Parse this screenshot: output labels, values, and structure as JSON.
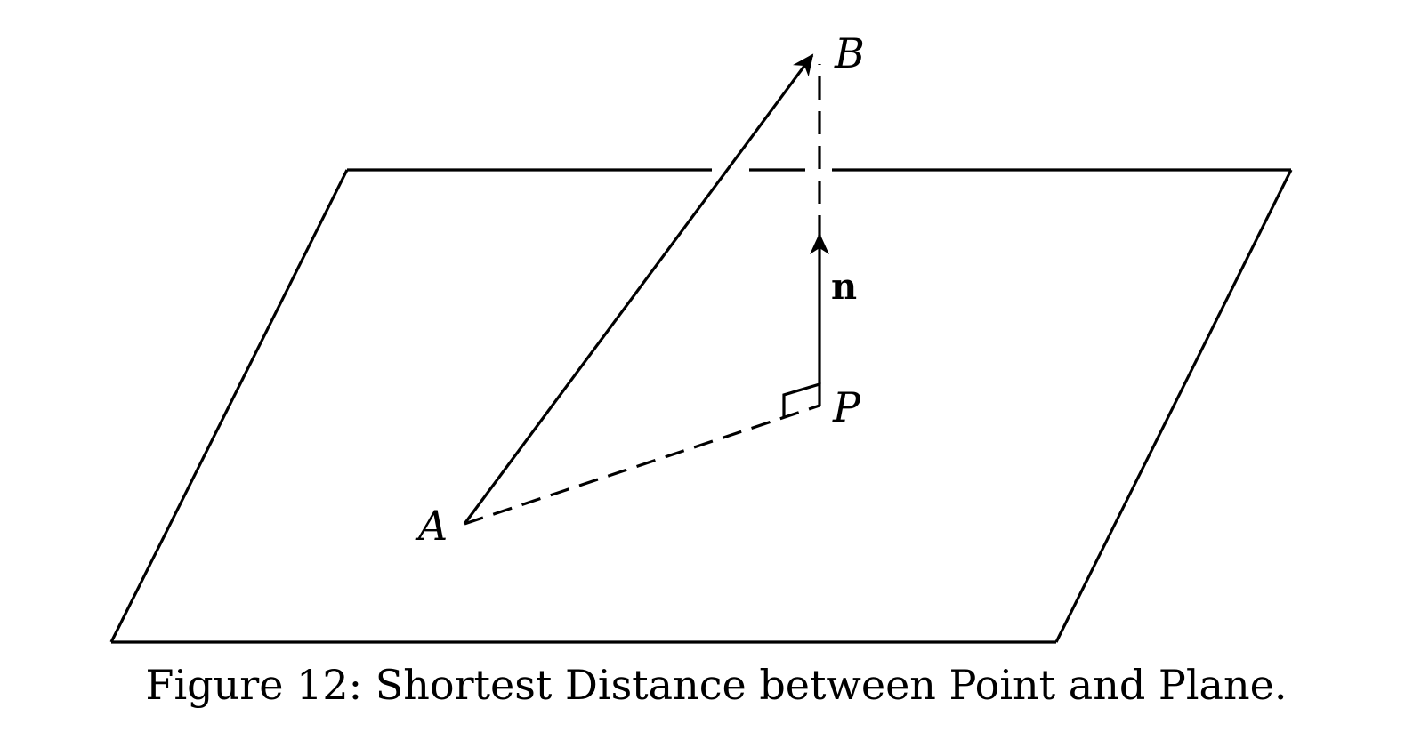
{
  "figure": {
    "labels": {
      "point_a": "A",
      "point_b": "B",
      "point_p": "P",
      "normal_vector": "n"
    },
    "caption": "Figure 12: Shortest Distance between Point and Plane."
  }
}
